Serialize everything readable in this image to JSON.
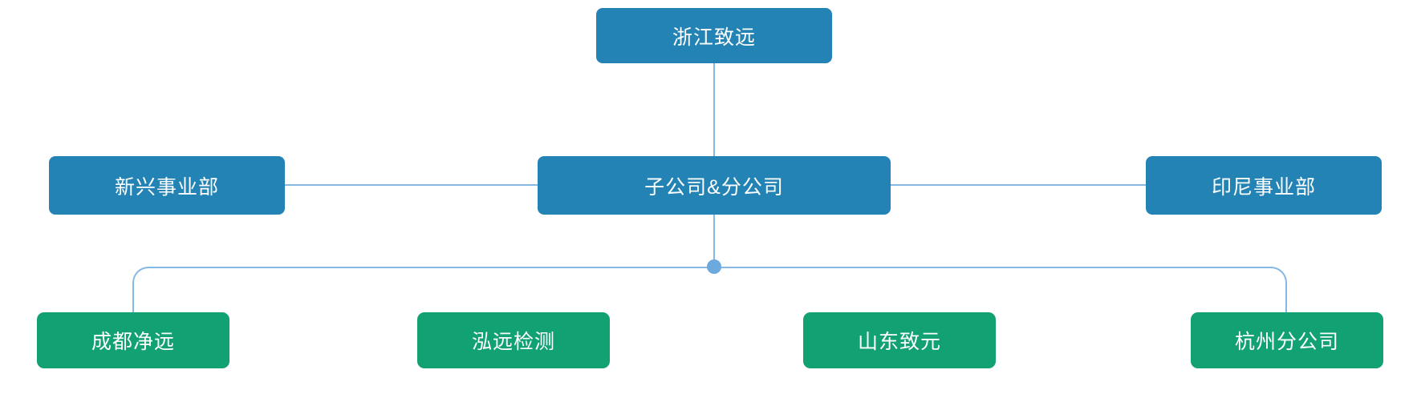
{
  "diagram": {
    "type": "org-chart",
    "root": {
      "label": "浙江致远"
    },
    "level2": [
      {
        "label": "新兴事业部"
      },
      {
        "label": "子公司&分公司"
      },
      {
        "label": "印尼事业部"
      }
    ],
    "level3": [
      {
        "label": "成都净远"
      },
      {
        "label": "泓远检测"
      },
      {
        "label": "山东致元"
      },
      {
        "label": "杭州分公司"
      }
    ]
  },
  "colors": {
    "node_blue": "#2383b4",
    "node_green": "#12a173",
    "connector": "#85b8e2",
    "junction_dot": "#6ca9dd",
    "text": "#ffffff",
    "canvas_bg": "#ffffff"
  }
}
